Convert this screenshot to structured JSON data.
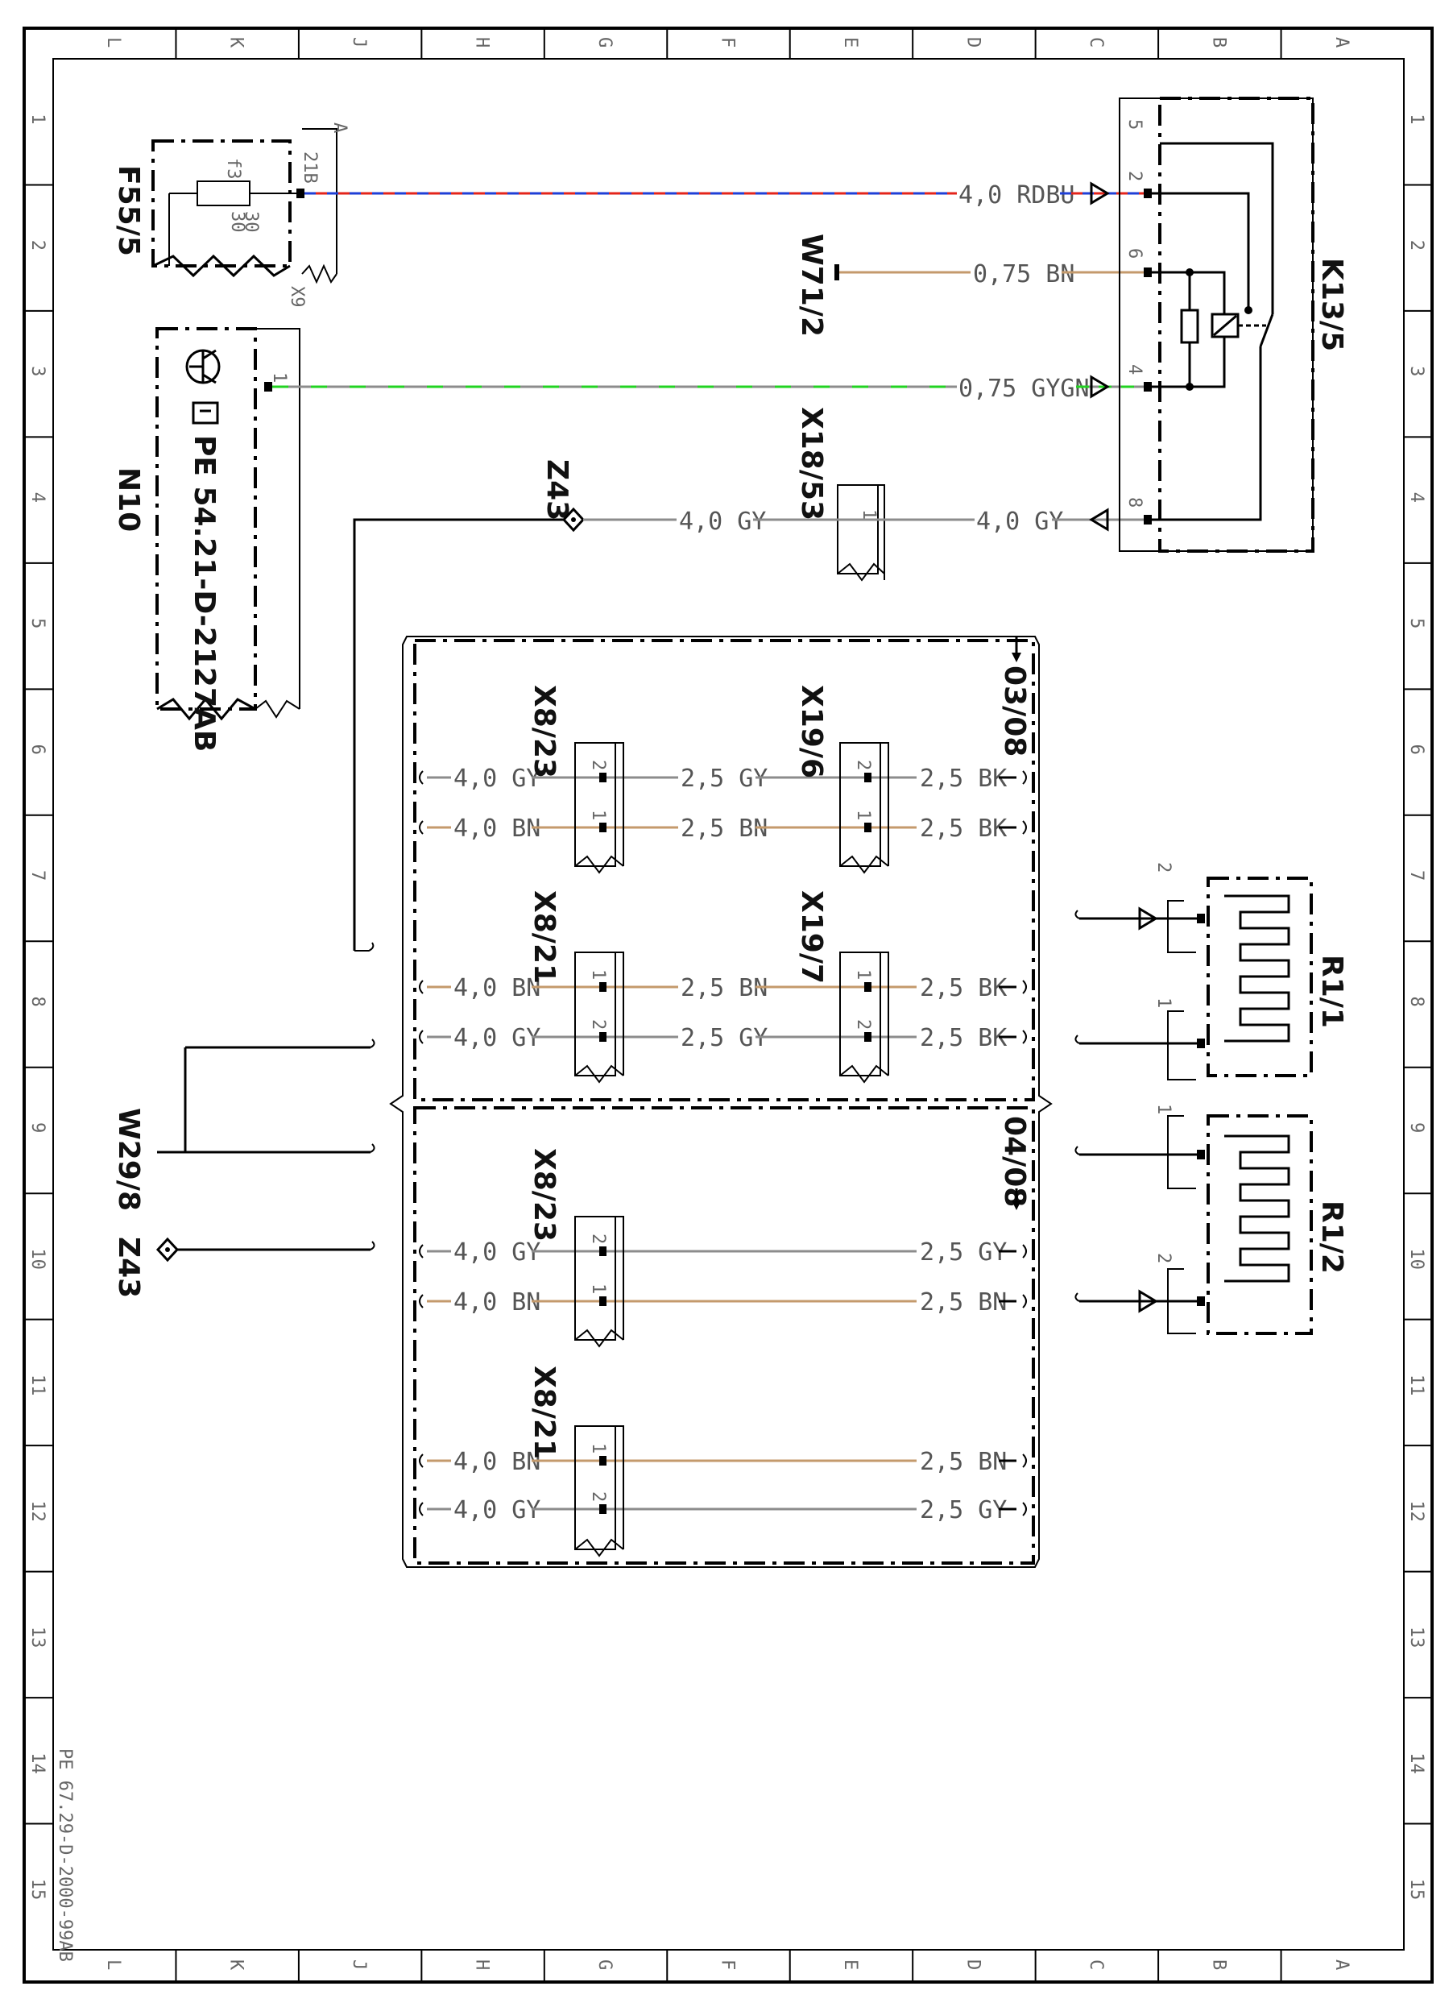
{
  "grid": {
    "columns": [
      "L",
      "K",
      "J",
      "H",
      "G",
      "F",
      "E",
      "D",
      "C",
      "B",
      "A"
    ],
    "rows": [
      "1",
      "2",
      "3",
      "4",
      "5",
      "6",
      "7",
      "8",
      "9",
      "10",
      "11",
      "12",
      "13",
      "14",
      "15"
    ]
  },
  "document_ref": "PE 67.29-D-2000-99AB",
  "components": {
    "f55": {
      "label": "F55/5",
      "fuse": "30",
      "term_a": "f3",
      "term_b": "30",
      "pin": "21B",
      "marker": "A",
      "conn": "X9"
    },
    "n10": {
      "label": "N10",
      "ref": "PE 54.21-D-2127AB",
      "pin": "1"
    },
    "k13": {
      "label": "K13/5",
      "pins": [
        "5",
        "2",
        "6",
        "4",
        "8"
      ]
    },
    "w71": {
      "label": "W71/2"
    },
    "x18": {
      "label": "X18/53",
      "pin": "1"
    },
    "z43_top": {
      "label": "Z43"
    },
    "z43_bottom": {
      "label": "Z43"
    },
    "w29": {
      "label": "W29/8"
    },
    "x8_23_a": {
      "label": "X8/23",
      "pins": [
        "2",
        "1"
      ]
    },
    "x19_6": {
      "label": "X19/6",
      "pins": [
        "2",
        "1"
      ]
    },
    "x8_21_a": {
      "label": "X8/21",
      "pins": [
        "1",
        "2"
      ]
    },
    "x19_7": {
      "label": "X19/7",
      "pins": [
        "1",
        "2"
      ]
    },
    "x8_23_b": {
      "label": "X8/23",
      "pins": [
        "2",
        "1"
      ]
    },
    "x8_21_b": {
      "label": "X8/21",
      "pins": [
        "1",
        "2"
      ]
    },
    "r11": {
      "label": "R1/1",
      "pins": [
        "2",
        "1"
      ]
    },
    "r12": {
      "label": "R1/2",
      "pins": [
        "1",
        "2"
      ]
    },
    "box_a": {
      "ref": "03/08"
    },
    "box_b": {
      "ref": "04/08"
    }
  },
  "wires": {
    "rdbu": "4,0 RDBU",
    "w71": "0,75 BN",
    "gygn": "0,75 GYGN",
    "gy_left": "4,0 GY",
    "gy_right": "4,0 GY",
    "a_r1": [
      "4,0 GY",
      "2,5 GY",
      "2,5 BK"
    ],
    "a_r2": [
      "4,0 BN",
      "2,5 BN",
      "2,5 BK"
    ],
    "a_r3": [
      "4,0 BN",
      "2,5 BN",
      "2,5 BK"
    ],
    "a_r4": [
      "4,0 GY",
      "2,5 GY",
      "2,5 BK"
    ],
    "b_r1": [
      "4,0 GY",
      "2,5 GY"
    ],
    "b_r2": [
      "4,0 BN",
      "2,5 BN"
    ],
    "b_r3": [
      "4,0 BN",
      "2,5 BN"
    ],
    "b_r4": [
      "4,0 GY",
      "2,5 GY"
    ]
  },
  "colors": {
    "gy": "#8c8c8c",
    "bn": "#c49a6c",
    "red": "#e3241b",
    "blue": "#1f3fd6",
    "green": "#22d322"
  }
}
